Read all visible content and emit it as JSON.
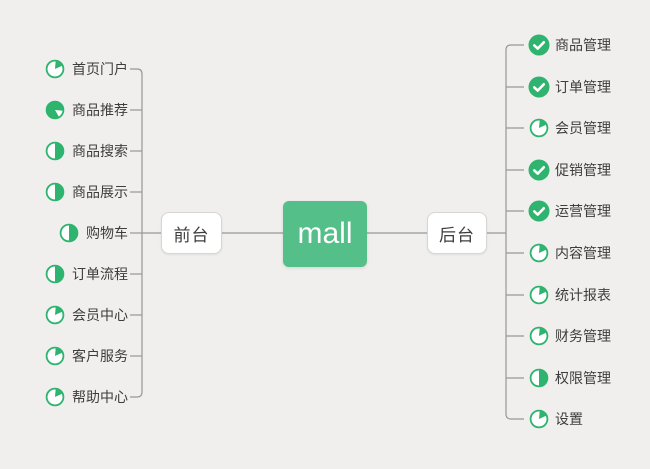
{
  "app": "mind-map",
  "colors": {
    "background": "#f0efed",
    "icon_green": "#2eb46e",
    "root_green": "#54bf89",
    "connector_gray": "#979797",
    "text_dark": "#3d3d3d",
    "node_white": "#ffffff"
  },
  "root": {
    "label": "mall"
  },
  "branches": {
    "left": {
      "label": "前台",
      "items": [
        {
          "label": "首页门户",
          "icon": "progress-pie",
          "start": 5,
          "sweep": 60
        },
        {
          "label": "商品推荐",
          "icon": "progress-pie",
          "start": 150,
          "sweep": 305
        },
        {
          "label": "商品搜索",
          "icon": "progress-pie",
          "start": 0,
          "sweep": 180
        },
        {
          "label": "商品展示",
          "icon": "progress-pie",
          "start": 0,
          "sweep": 180
        },
        {
          "label": "购物车",
          "icon": "progress-pie",
          "start": 0,
          "sweep": 180
        },
        {
          "label": "订单流程",
          "icon": "progress-pie",
          "start": 0,
          "sweep": 180
        },
        {
          "label": "会员中心",
          "icon": "progress-pie",
          "start": 5,
          "sweep": 60
        },
        {
          "label": "客户服务",
          "icon": "progress-pie",
          "start": 5,
          "sweep": 60
        },
        {
          "label": "帮助中心",
          "icon": "progress-pie",
          "start": 5,
          "sweep": 60
        }
      ]
    },
    "right": {
      "label": "后台",
      "items": [
        {
          "label": "商品管理",
          "icon": "check-circle"
        },
        {
          "label": "订单管理",
          "icon": "check-circle"
        },
        {
          "label": "会员管理",
          "icon": "progress-pie",
          "start": 5,
          "sweep": 60
        },
        {
          "label": "促销管理",
          "icon": "check-circle"
        },
        {
          "label": "运营管理",
          "icon": "check-circle"
        },
        {
          "label": "内容管理",
          "icon": "progress-pie",
          "start": 5,
          "sweep": 60
        },
        {
          "label": "统计报表",
          "icon": "progress-pie",
          "start": 5,
          "sweep": 60
        },
        {
          "label": "财务管理",
          "icon": "progress-pie",
          "start": 5,
          "sweep": 60
        },
        {
          "label": "权限管理",
          "icon": "progress-pie",
          "start": 0,
          "sweep": 180
        },
        {
          "label": "设置",
          "icon": "progress-pie",
          "start": 5,
          "sweep": 60
        }
      ]
    }
  }
}
